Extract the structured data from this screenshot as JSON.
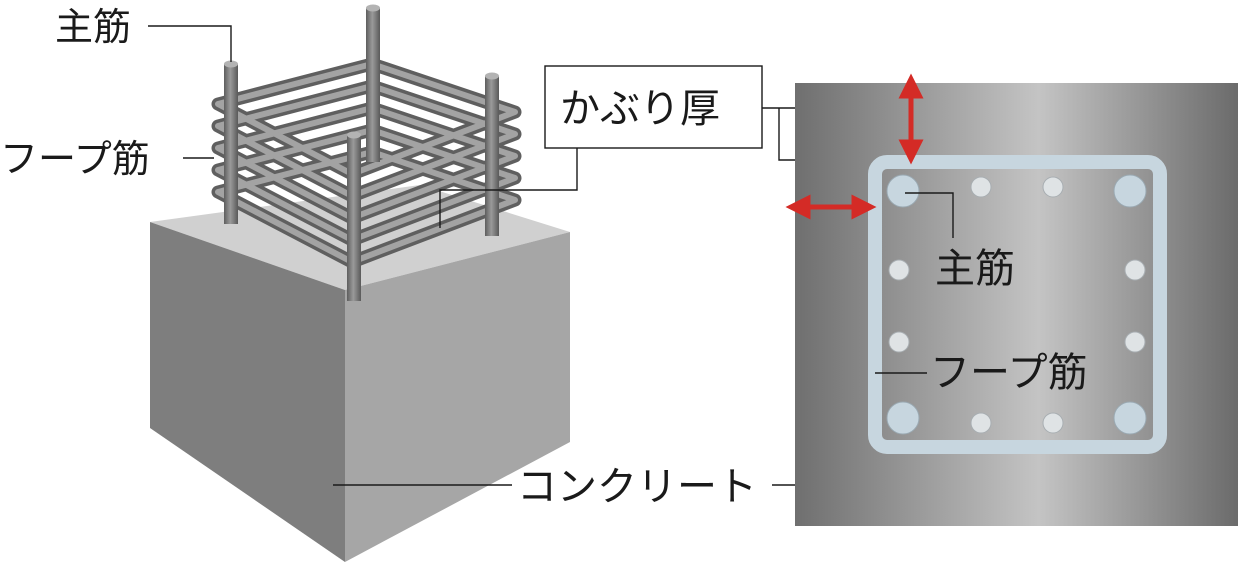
{
  "labels": {
    "main_rebar": "主筋",
    "hoop_rebar": "フープ筋",
    "cover_thickness": "かぶり厚",
    "concrete": "コンクリート"
  },
  "colors": {
    "cover_arrow": "#d42b26",
    "bar_fill": "#c7d6df",
    "hoop": "#c7d6df",
    "panel_dark": "#6f6f6f",
    "panel_light": "#c4c4c4"
  }
}
